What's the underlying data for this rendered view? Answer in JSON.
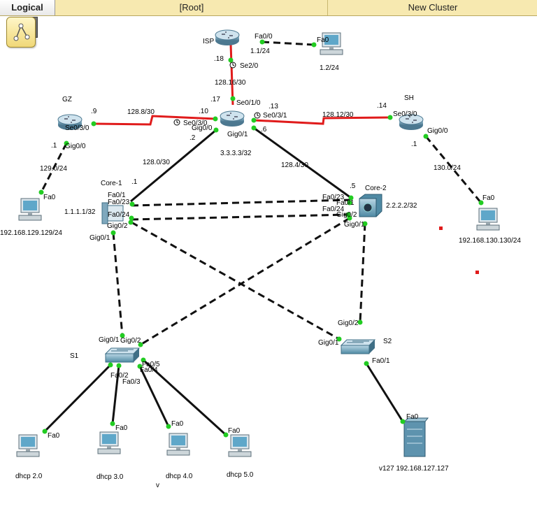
{
  "tabs": {
    "logical": "Logical",
    "root": "[Root]",
    "cluster": "New Cluster"
  },
  "colors": {
    "serial": "#e01b1b",
    "ethernet": "#111111",
    "port_up": "#22cc22",
    "topbar": "#f7e9b0"
  },
  "devices": {
    "isp": {
      "name": "ISP"
    },
    "gz": {
      "name": "GZ"
    },
    "sh": {
      "name": "SH"
    },
    "core1": {
      "name": "Core-1",
      "ip": "1.1.1.1/32"
    },
    "core2": {
      "name": "Core-2",
      "ip": "2.2.2.2/32"
    },
    "center": {
      "ip": "3.3.3.3/32"
    },
    "s1": {
      "name": "S1"
    },
    "s2": {
      "name": "S2"
    },
    "pc_isp": {
      "ip": "1.2/24"
    },
    "pc_gz": {
      "ip": "192.168.129.129/24"
    },
    "pc_sh": {
      "ip": "192.168.130.130/24"
    },
    "pc1": {
      "name": "dhcp 2.0"
    },
    "pc2": {
      "name": "dhcp 3.0"
    },
    "pc3": {
      "name": "dhcp 4.0"
    },
    "pc4": {
      "name": "dhcp 5.0"
    },
    "server": {
      "name": "v127 192.168.127.127"
    }
  },
  "labels": {
    "isp_fa00": "Fa0/0",
    "isp_net": "1.1/24",
    "pcisp_fa0": "Fa0",
    "isp_18": ".18",
    "isp_se20": "Se2/0",
    "isp_link": "128.16/30",
    "c_17": ".17",
    "c_se010": "Se0/1/0",
    "c_13": ".13",
    "c_se031": "Se0/3/1",
    "c_10": ".10",
    "c_se030": "Se0/3/0",
    "c_gig00": "Gig0/0",
    "c_gig01": "Gig0/1",
    "c_2": ".2",
    "c_6": ".6",
    "gz_9": ".9",
    "gz_se030": "Se0/3/0",
    "gz_link": "128.8/30",
    "gz_1": ".1",
    "gz_gig00": "Gig0/0",
    "gz_lan": "129.0/24",
    "pcgz_fa0": "Fa0",
    "sh_link": "128.12/30",
    "sh_14": ".14",
    "sh_se030": "Se0/3/0",
    "sh_gig00": "Gig0/0",
    "sh_1": ".1",
    "sh_lan": "130.0/24",
    "pcsh_fa0": "Fa0",
    "link_c1": "128.0/30",
    "link_c2": "128.4/30",
    "c1_1": ".1",
    "c1_fa01": "Fa0/1",
    "c1_fa023": "Fa0/23",
    "c1_fa024": "Fa0/24",
    "c1_gig02": "Gig0/2",
    "c1_gig01": "Gig0/1",
    "c2_5": ".5",
    "c2_fa023": "Fa0/23",
    "c2_fa01": "Fa0/1",
    "c2_fa024": "Fa0/24",
    "c2_gig02": "Gig0/2",
    "c2_gig01": "Gig0/1",
    "s1_gig01": "Gig0/1",
    "s1_gig02": "Gig0/2",
    "s1_fa05": "Fa0/5",
    "s1_fa04": "Fa0/4",
    "s1_fa02": "Fa0/2",
    "s1_fa03": "Fa0/3",
    "s2_gig02": "Gig0/2",
    "s2_gig01": "Gig0/1",
    "s2_fa01": "Fa0/1",
    "pc1_fa0": "Fa0",
    "pc2_fa0": "Fa0",
    "pc3_fa0": "Fa0",
    "pc4_fa0": "Fa0",
    "srv_fa0": "Fa0",
    "stray_v": "v"
  }
}
